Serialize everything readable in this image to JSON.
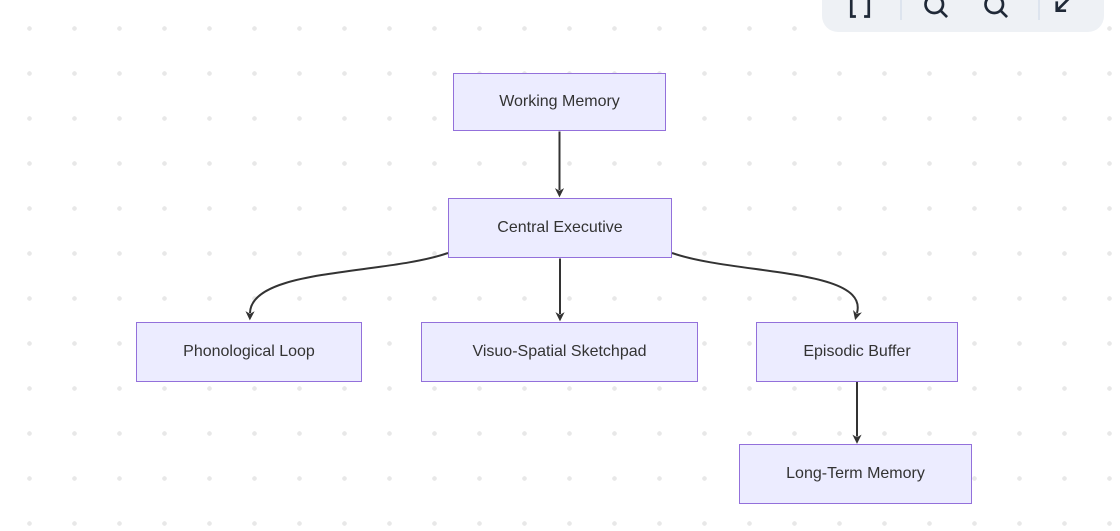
{
  "canvas": {
    "background_color": "#ffffff",
    "dot_color": "#e8e8e8"
  },
  "toolbar": {
    "background_color": "#eef1f5",
    "icon_color": "#1f2937",
    "icons": [
      "fit-view",
      "zoom-out",
      "zoom-in",
      "reset-view"
    ]
  },
  "diagram": {
    "type": "flowchart",
    "direction": "top-down",
    "node_fill": "#ECECFF",
    "node_border": "#9370DB",
    "edge_color": "#333333",
    "nodes": [
      {
        "id": "working-memory",
        "label": "Working Memory"
      },
      {
        "id": "central-executive",
        "label": "Central Executive"
      },
      {
        "id": "phonological-loop",
        "label": "Phonological Loop"
      },
      {
        "id": "visuo-spatial-sketchpad",
        "label": "Visuo-Spatial Sketchpad"
      },
      {
        "id": "episodic-buffer",
        "label": "Episodic Buffer"
      },
      {
        "id": "long-term-memory",
        "label": "Long-Term Memory"
      }
    ],
    "edges": [
      {
        "from": "Working Memory",
        "to": "Central Executive"
      },
      {
        "from": "Central Executive",
        "to": "Phonological Loop"
      },
      {
        "from": "Central Executive",
        "to": "Visuo-Spatial Sketchpad"
      },
      {
        "from": "Central Executive",
        "to": "Episodic Buffer"
      },
      {
        "from": "Episodic Buffer",
        "to": "Long-Term Memory"
      }
    ]
  }
}
